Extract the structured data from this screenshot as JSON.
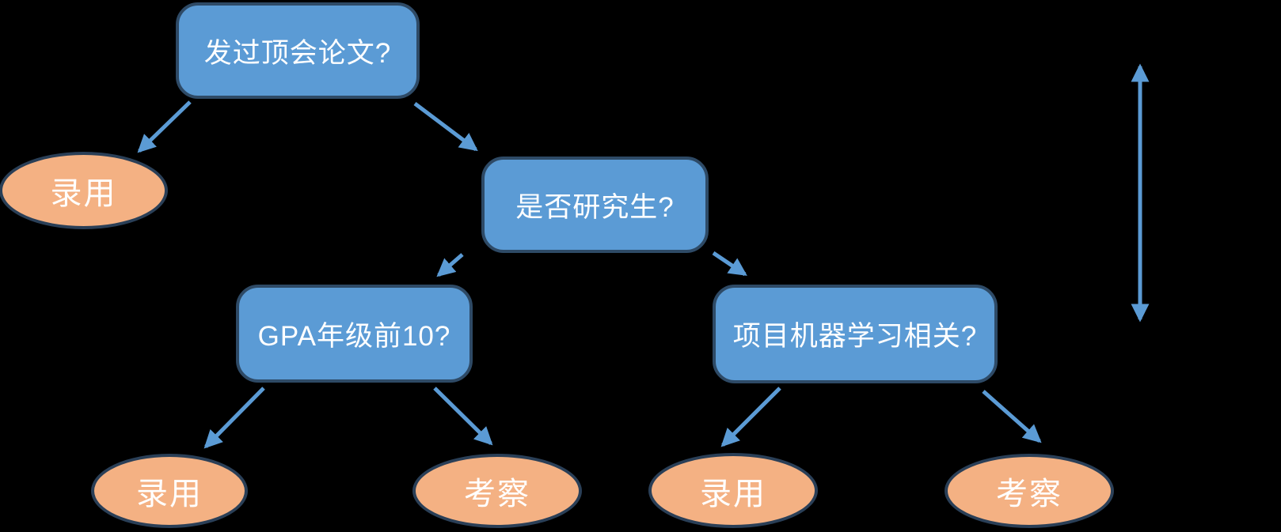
{
  "diagram": {
    "type": "decision-tree",
    "colors": {
      "background": "#000000",
      "decision_fill": "#5B9BD5",
      "decision_border": "#2E4A66",
      "leaf_fill": "#F4B183",
      "leaf_border": "#2A3F57",
      "arrow": "#5B9BD5",
      "text": "#FFFFFF"
    },
    "decision_nodes": [
      {
        "id": "root",
        "label": "发过顶会论文?"
      },
      {
        "id": "grad-student",
        "label": "是否研究生?"
      },
      {
        "id": "gpa-top10",
        "label": "GPA年级前10?"
      },
      {
        "id": "ml-project",
        "label": "项目机器学习相关?"
      }
    ],
    "leaf_nodes": [
      {
        "id": "leaf-accept-root",
        "label": "录用"
      },
      {
        "id": "leaf-accept-gpa",
        "label": "录用"
      },
      {
        "id": "leaf-examine-gpa",
        "label": "考察"
      },
      {
        "id": "leaf-accept-ml",
        "label": "录用"
      },
      {
        "id": "leaf-examine-ml",
        "label": "考察"
      }
    ],
    "edges": [
      {
        "from": "root",
        "to": "leaf-accept-root"
      },
      {
        "from": "root",
        "to": "grad-student"
      },
      {
        "from": "grad-student",
        "to": "gpa-top10"
      },
      {
        "from": "grad-student",
        "to": "ml-project"
      },
      {
        "from": "gpa-top10",
        "to": "leaf-accept-gpa"
      },
      {
        "from": "gpa-top10",
        "to": "leaf-examine-gpa"
      },
      {
        "from": "ml-project",
        "to": "leaf-accept-ml"
      },
      {
        "from": "ml-project",
        "to": "leaf-examine-ml"
      }
    ],
    "annotations": [
      {
        "type": "vertical-double-arrow",
        "position": "right-edge"
      }
    ]
  }
}
